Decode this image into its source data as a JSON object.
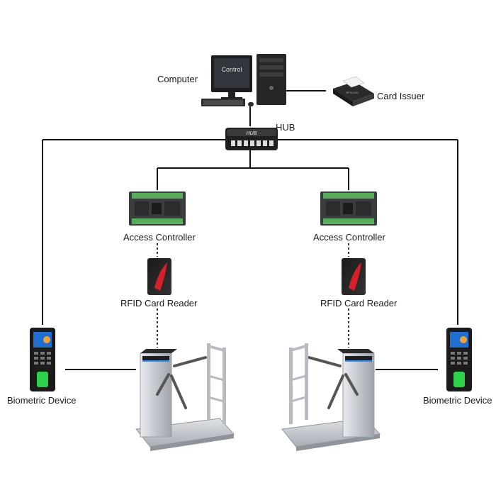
{
  "devices": {
    "computer": {
      "label": "Computer",
      "screen_text": "Control"
    },
    "card_issuer": {
      "label": "Card Issuer",
      "device_text": "RFID-200"
    },
    "hub": {
      "label": "HUB",
      "device_text": "HUB"
    },
    "controller_left": {
      "label": "Access Controller"
    },
    "controller_right": {
      "label": "Access Controller"
    },
    "reader_left": {
      "label": "RFID Card Reader"
    },
    "reader_right": {
      "label": "RFID Card Reader"
    },
    "biometric_left": {
      "label": "Biometric Device"
    },
    "biometric_right": {
      "label": "Biometric Device"
    }
  },
  "colors": {
    "line": "#111111",
    "device_dark": "#2b2b2b",
    "steel": "#c9ccd1",
    "reader_accent": "#d6202a",
    "screen_blue": "#1f6fd1",
    "fingerprint_green": "#2fd14a"
  },
  "icons": [
    "computer-icon",
    "card-issuer-icon",
    "hub-icon",
    "access-controller-icon",
    "rfid-reader-icon",
    "biometric-device-icon",
    "turnstile-icon"
  ]
}
